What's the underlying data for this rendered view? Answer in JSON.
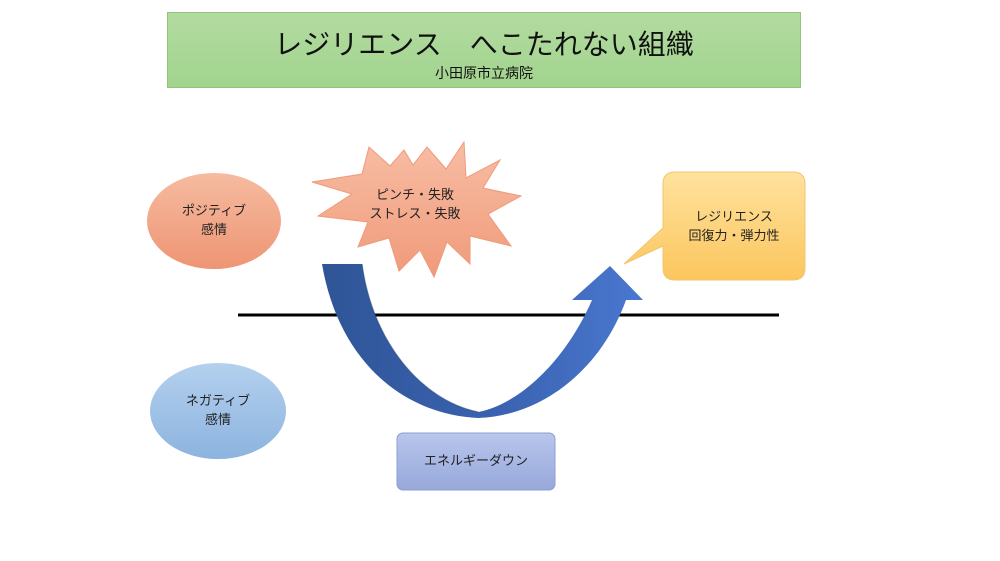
{
  "title": {
    "main": "レジリエンス　へこたれない組織",
    "subtitle": "小田原市立病院"
  },
  "positive": {
    "line1": "ポジティブ",
    "line2": "感情"
  },
  "negative": {
    "line1": "ネガティブ",
    "line2": "感情"
  },
  "crisis": {
    "line1": "ピンチ・失敗",
    "line2": "ストレス・失敗"
  },
  "resilience": {
    "line1": "レジリエンス",
    "line2": "回復力・弾力性"
  },
  "energy_down": {
    "label": "エネルギーダウン"
  },
  "colors": {
    "title_bg": "#a9d796",
    "positive": "#f0a482",
    "negative": "#9cc0e4",
    "crisis": "#f3a98c",
    "resilience": "#fdd27a",
    "energy_down": "#a7b6e2",
    "arrow": "#3d63b2",
    "baseline": "#000000"
  }
}
